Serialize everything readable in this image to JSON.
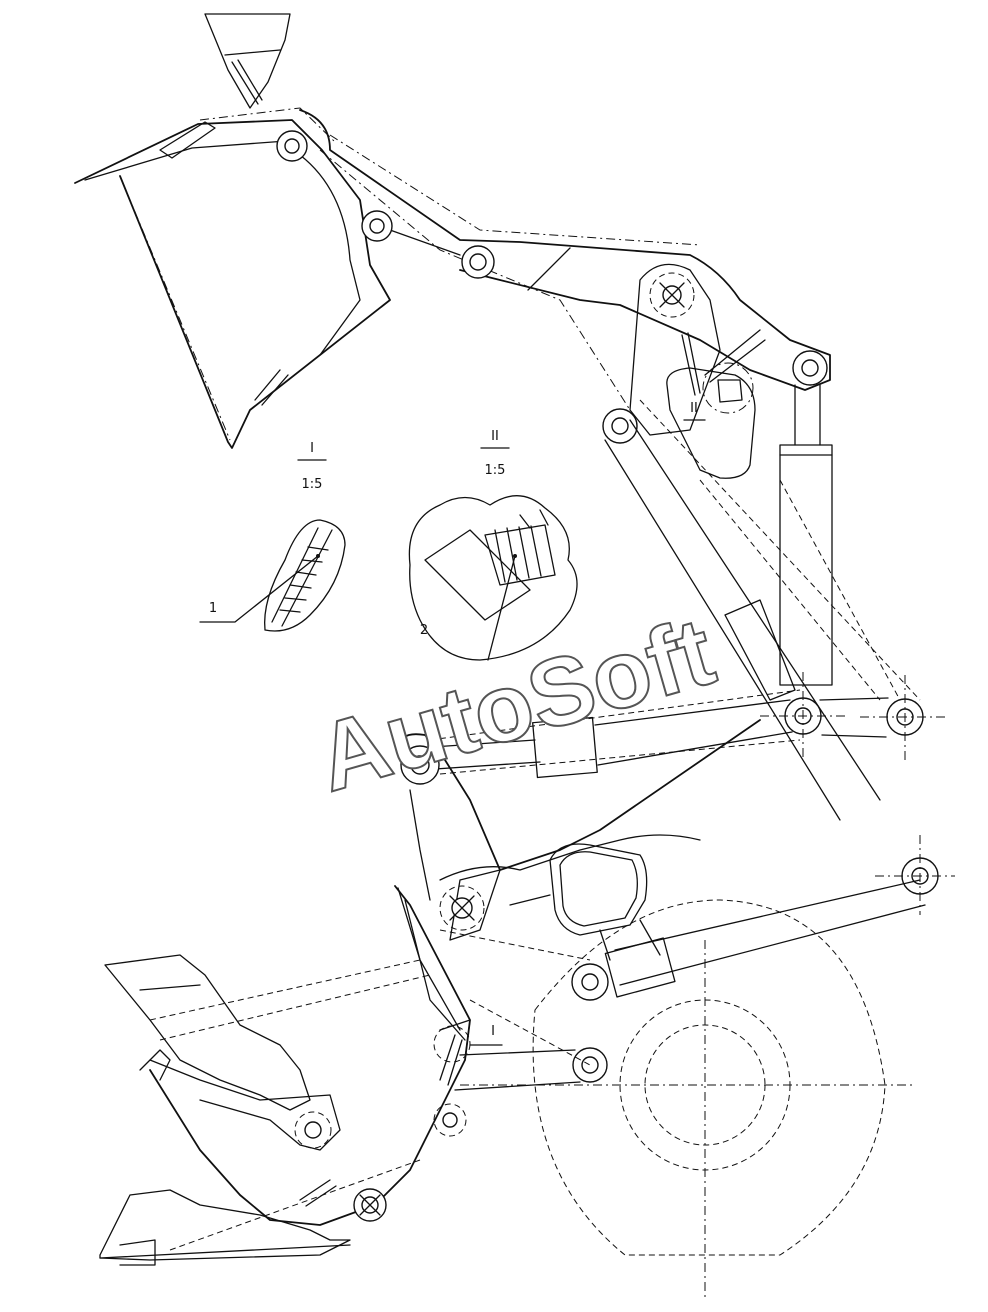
{
  "detail_views": [
    {
      "roman": "I",
      "scale": "1:5"
    },
    {
      "roman": "II",
      "scale": "1:5"
    }
  ],
  "part_callouts": [
    "1",
    "2"
  ],
  "section_markers": [
    "I",
    "II"
  ],
  "watermark": "AutoSoft"
}
